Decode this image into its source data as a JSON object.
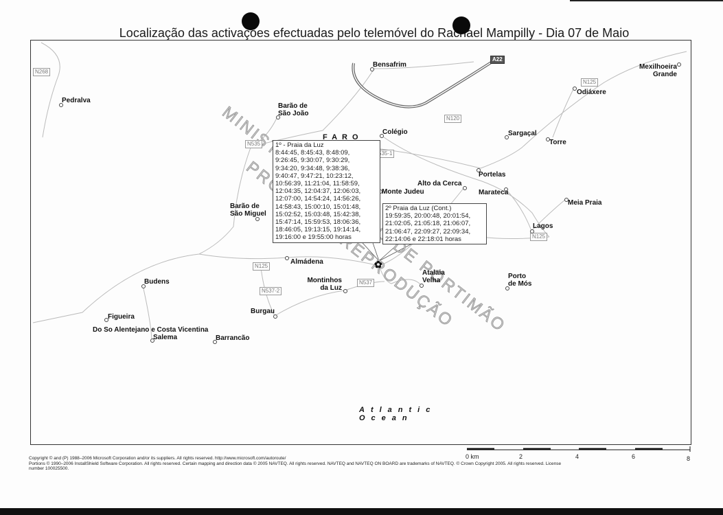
{
  "title": "Localização das activações efectuadas pelo telemóvel do Rachael Mampilly - Dia 07 de Maio",
  "region_label": "FARO",
  "ocean_label": [
    "Atlantic",
    "Ocean"
  ],
  "watermark": [
    "MINISTÉRIO PÚBLICO DE PORTIMÃO",
    "PROIBIDA A REPRODUÇÃO"
  ],
  "places": [
    {
      "name": "Bensafrim"
    },
    {
      "name": "Mexilhoeira Grande"
    },
    {
      "name": "Odiáxere"
    },
    {
      "name": "Pedralva"
    },
    {
      "name": "Barão de São João"
    },
    {
      "name": "Colégio"
    },
    {
      "name": "Sargaçal"
    },
    {
      "name": "Torre"
    },
    {
      "name": "Portelas"
    },
    {
      "name": "Alto da Cerca"
    },
    {
      "name": "Monte Judeu"
    },
    {
      "name": "Marateca"
    },
    {
      "name": "Meia Praia"
    },
    {
      "name": "Barão de São Miguel"
    },
    {
      "name": "Lagos"
    },
    {
      "name": "Almádena"
    },
    {
      "name": "Atalaia Velha"
    },
    {
      "name": "Porto de Mós"
    },
    {
      "name": "Budens"
    },
    {
      "name": "Montinhos da Luz"
    },
    {
      "name": "Burgau"
    },
    {
      "name": "Figueira"
    },
    {
      "name": "Do So Alentejano e Costa Vicentina"
    },
    {
      "name": "Salema"
    },
    {
      "name": "Barrancão"
    }
  ],
  "roads": [
    "N268",
    "A22",
    "N125",
    "N120",
    "N535",
    "535-1",
    "N125",
    "N125",
    "N537-2",
    "N537"
  ],
  "callouts": [
    {
      "title": "1º - Praia da Luz",
      "lines": [
        "8:44:45, 8:45:43, 8:48:09,",
        "9:26:45, 9:30:07, 9:30:29,",
        "9:34:20, 9:34:48, 9:38:36,",
        "9:40:47, 9:47:21, 10:23:12,",
        "10:56:39, 11:21:04, 11:58:59,",
        "12:04:35, 12:04:37, 12:06:03,",
        "12:07:00, 14:54:24, 14:56:26,",
        "14:58:43, 15:00:10, 15:01:48,",
        "15:02:52, 15:03:48, 15:42:38,",
        "15:47:14, 15:59:53, 18:06:36,",
        "18:46:05, 19:13:15, 19:14:14,",
        "19:16:00 e 19:55:00 horas"
      ]
    },
    {
      "title": "2º Praia da Luz (Cont.)",
      "lines": [
        "19:59:35, 20:00:48, 20:01:54,",
        "21:02:05, 21:05:18, 21:06:07,",
        "21:06:47, 22:09:27, 22:09:34,",
        "22:14:06 e 22:18:01 horas"
      ]
    }
  ],
  "scale": {
    "labels": [
      "0 km",
      "2",
      "4",
      "6",
      "8"
    ]
  },
  "copyright": [
    "Copyright © and (P) 1988–2006 Microsoft Corporation and/or its suppliers. All rights reserved. http://www.microsoft.com/autoroute/",
    "Portions © 1990–2006 InstallShield Software Corporation. All rights reserved. Certain mapping and direction data © 2005 NAVTEQ. All rights reserved. NAVTEQ and NAVTEQ ON BOARD are trademarks of NAVTEQ. © Crown Copyright 2005. All rights reserved. License",
    "number 100025500."
  ]
}
